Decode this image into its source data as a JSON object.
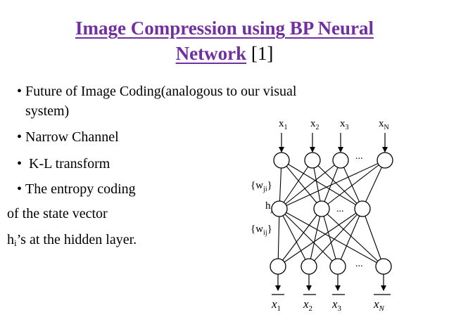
{
  "title": {
    "line1": "Image Compression using BP Neural",
    "line2": "Network",
    "ref": "[1]"
  },
  "bullets": [
    {
      "text": "Future of Image Coding(analogous to our visual",
      "cont": "system)"
    },
    {
      "text": "Narrow Channel"
    },
    {
      "text": " K-L transform"
    },
    {
      "text": "The entropy coding"
    }
  ],
  "plain_lines": {
    "line1": "of the state vector",
    "line2_var": "h",
    "line2_sub": "i",
    "line2_rest": "’s at the hidden layer."
  },
  "diagram": {
    "inputs": [
      {
        "base": "x",
        "sub": "1"
      },
      {
        "base": "x",
        "sub": "2"
      },
      {
        "base": "x",
        "sub": "3"
      },
      {
        "base": "x",
        "sub": "N"
      }
    ],
    "outputs": [
      {
        "base": "x",
        "sub": "1"
      },
      {
        "base": "x",
        "sub": "2"
      },
      {
        "base": "x",
        "sub": "3"
      },
      {
        "base": "x",
        "sub": "N"
      }
    ],
    "weights_top": {
      "open": "{w",
      "sub": "ji",
      "close": "}"
    },
    "hidden": {
      "base": "h",
      "sub": "j"
    },
    "weights_bottom": {
      "open": "{w",
      "sub": "ij",
      "close": "}"
    },
    "ellipsis": "..."
  },
  "colors": {
    "title": "#7030a0",
    "text": "#000000"
  }
}
